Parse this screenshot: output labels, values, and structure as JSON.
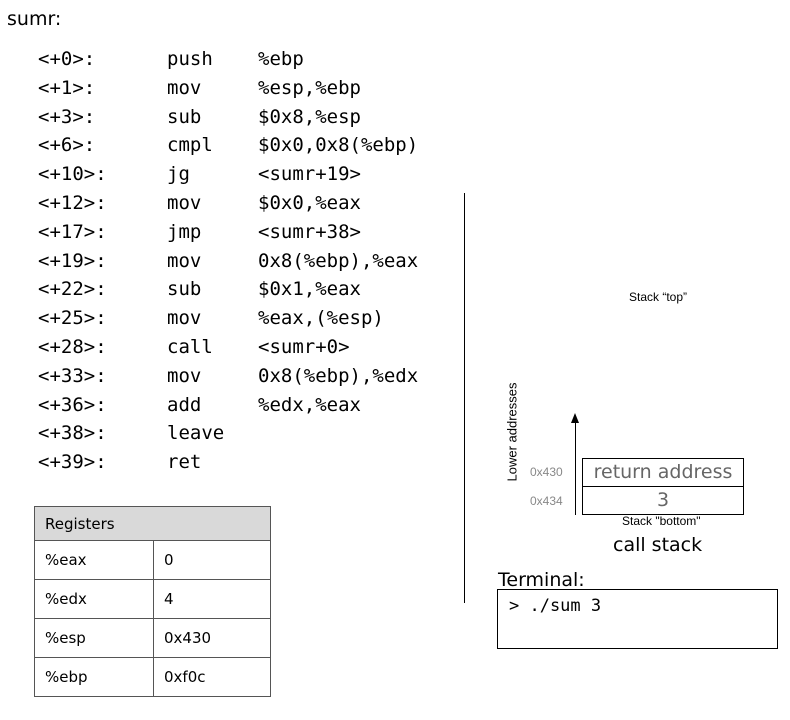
{
  "function_label": "sumr:",
  "assembly": [
    {
      "addr": "<+0>:",
      "op": "push",
      "args": "%ebp"
    },
    {
      "addr": "<+1>:",
      "op": "mov",
      "args": "%esp,%ebp"
    },
    {
      "addr": "<+3>:",
      "op": "sub",
      "args": "$0x8,%esp"
    },
    {
      "addr": "<+6>:",
      "op": "cmpl",
      "args": "$0x0,0x8(%ebp)"
    },
    {
      "addr": "<+10>:",
      "op": "jg",
      "args": "<sumr+19>"
    },
    {
      "addr": "<+12>:",
      "op": "mov",
      "args": "$0x0,%eax"
    },
    {
      "addr": "<+17>:",
      "op": "jmp",
      "args": "<sumr+38>"
    },
    {
      "addr": "<+19>:",
      "op": "mov",
      "args": "0x8(%ebp),%eax"
    },
    {
      "addr": "<+22>:",
      "op": "sub",
      "args": "$0x1,%eax"
    },
    {
      "addr": "<+25>:",
      "op": "mov",
      "args": "%eax,(%esp)"
    },
    {
      "addr": "<+28>:",
      "op": "call",
      "args": "<sumr+0>"
    },
    {
      "addr": "<+33>:",
      "op": "mov",
      "args": "0x8(%ebp),%edx"
    },
    {
      "addr": "<+36>:",
      "op": "add",
      "args": "%edx,%eax"
    },
    {
      "addr": "<+38>:",
      "op": "leave",
      "args": ""
    },
    {
      "addr": "<+39>:",
      "op": "ret",
      "args": ""
    }
  ],
  "registers": {
    "header": "Registers",
    "rows": [
      {
        "name": "%eax",
        "value": "0"
      },
      {
        "name": "%edx",
        "value": "4"
      },
      {
        "name": "%esp",
        "value": "0x430"
      },
      {
        "name": "%ebp",
        "value": "0xf0c"
      }
    ]
  },
  "stack": {
    "top_label": "Stack “top”",
    "axis_label": "Lower addresses",
    "bottom_label": "Stack \"bottom\"",
    "title": "call stack",
    "entries": [
      {
        "address": "0x430",
        "content": "return address"
      },
      {
        "address": "0x434",
        "content": "3"
      }
    ]
  },
  "terminal": {
    "label": "Terminal:",
    "lines": [
      "> ./sum 3"
    ]
  }
}
